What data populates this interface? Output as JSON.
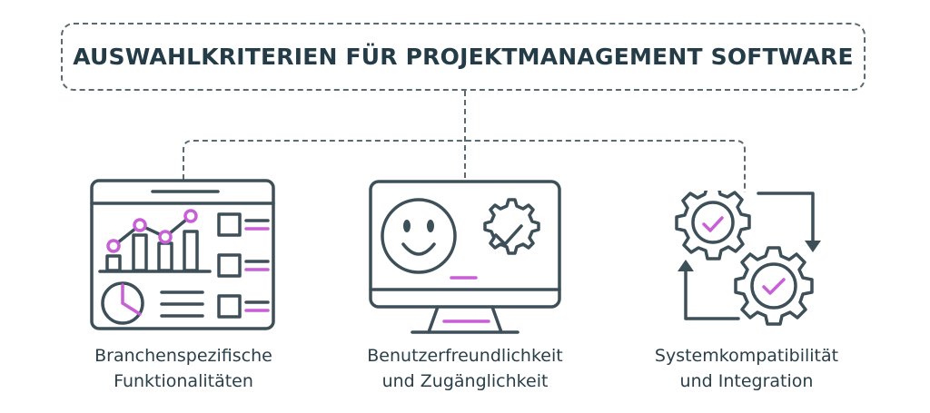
{
  "title": "AUSWAHLKRITERIEN FÜR PROJEKTMANAGEMENT SOFTWARE",
  "colors": {
    "primary": "#3d4f58",
    "accent": "#c85fd6",
    "text": "#243c47"
  },
  "criteria": [
    {
      "icon": "dashboard-analytics-icon",
      "line1": "Branchenspezifische",
      "line2": "Funktionalitäten"
    },
    {
      "icon": "monitor-smiley-gear-icon",
      "line1": "Benutzerfreundlichkeit",
      "line2": "und Zugänglichkeit"
    },
    {
      "icon": "gears-integration-icon",
      "line1": "Systemkompatibilität",
      "line2": "und Integration"
    }
  ]
}
